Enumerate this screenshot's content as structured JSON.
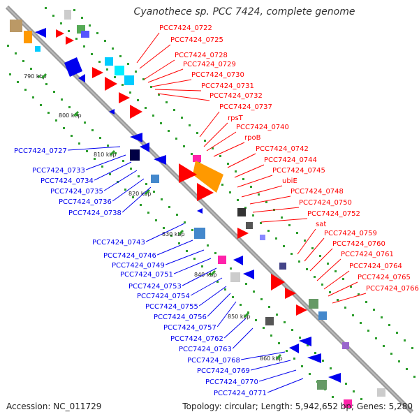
{
  "title": "Cyanothece sp. PCC 7424, complete genome",
  "footer": {
    "accession": "Accession: NC_011729",
    "topology": "Topology: circular; Length: 5,942,652 bp; Genes: 5,280"
  },
  "ticks": [
    "790 kbp",
    "800 kbp",
    "810 kbp",
    "820 kbp",
    "830 kbp",
    "840 kbp",
    "850 kbp",
    "860 kbp"
  ],
  "right_labels": [
    "PCC7424_0722",
    "PCC7424_0725",
    "PCC7424_0728",
    "PCC7424_0729",
    "PCC7424_0730",
    "PCC7424_0731",
    "PCC7424_0732",
    "PCC7424_0737",
    "rpsT",
    "PCC7424_0740",
    "rpoB",
    "PCC7424_0742",
    "PCC7424_0744",
    "PCC7424_0745",
    "ubiE",
    "PCC7424_0748",
    "PCC7424_0750",
    "PCC7424_0752",
    "sat",
    "PCC7424_0759",
    "PCC7424_0760",
    "PCC7424_0761",
    "PCC7424_0764",
    "PCC7424_0765",
    "PCC7424_0766"
  ],
  "left_labels": [
    "PCC7424_0727",
    "PCC7424_0733",
    "PCC7424_0734",
    "PCC7424_0735",
    "PCC7424_0736",
    "PCC7424_0738",
    "PCC7424_0743",
    "PCC7424_0746",
    "PCC7424_0749",
    "PCC7424_0751",
    "PCC7424_0753",
    "PCC7424_0754",
    "PCC7424_0755",
    "PCC7424_0756",
    "PCC7424_0757",
    "PCC7424_0762",
    "PCC7424_0763",
    "PCC7424_0768",
    "PCC7424_0769",
    "PCC7424_0770",
    "PCC7424_0771"
  ],
  "colors": {
    "forward": "#ff0000",
    "reverse": "#0000ee",
    "backbone": "#999999",
    "tick_dots": "#2e9e2e"
  }
}
